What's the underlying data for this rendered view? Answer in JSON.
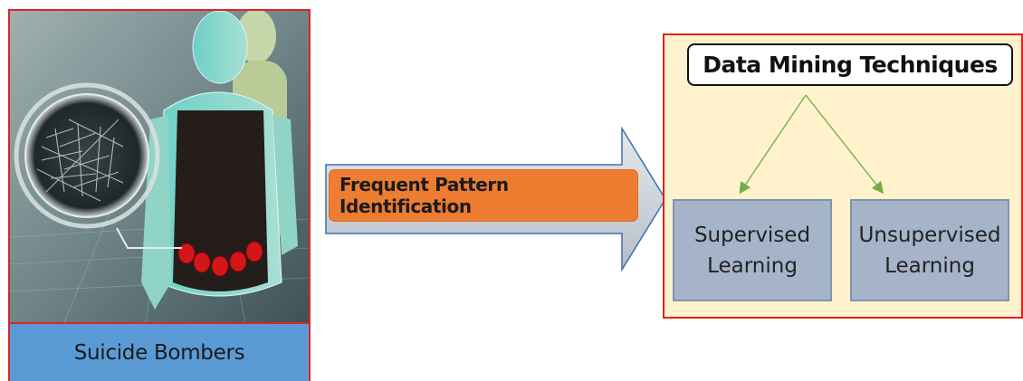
{
  "image_panel": {
    "caption": "Suicide Bombers"
  },
  "arrow": {
    "label": "Frequent Pattern Identification"
  },
  "techniques": {
    "title": "Data Mining Techniques",
    "children": [
      {
        "label": "Supervised\nLearning"
      },
      {
        "label": "Unsupervised\nLearning"
      }
    ]
  },
  "colors": {
    "caption_bg": "#5b9bd5",
    "pattern_bg": "#ed7d31",
    "panel_bg": "#fff2cc",
    "border_red": "#d9262b",
    "learn_bg": "#a6b4c9",
    "branch_line": "#70ad47"
  }
}
